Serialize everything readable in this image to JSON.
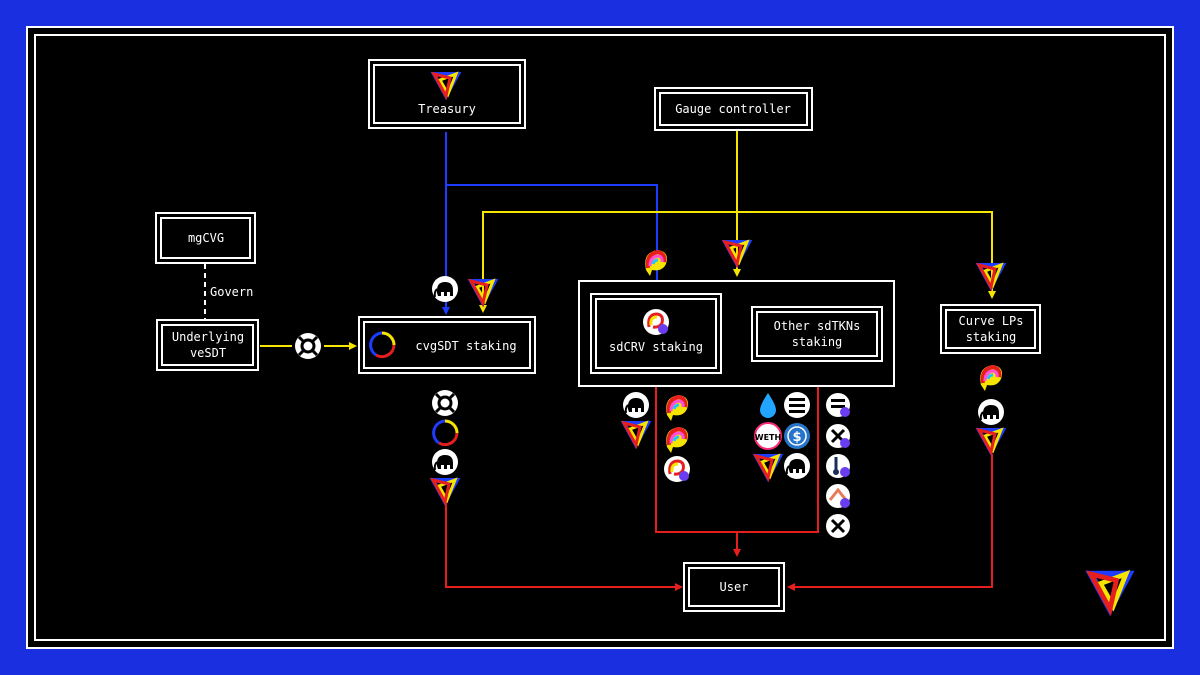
{
  "nodes": {
    "treasury": {
      "label": "Treasury"
    },
    "gauge_controller": {
      "label": "Gauge controller"
    },
    "mgcvg": {
      "label": "mgCVG"
    },
    "underlying_vesdt": {
      "line1": "Underlying",
      "line2": "veSDT"
    },
    "cvgsdt_staking": {
      "label": "cvgSDT staking"
    },
    "sdcrv_staking": {
      "label": "sdCRV staking"
    },
    "other_sdtkns": {
      "line1": "Other sdTKNs",
      "line2": "staking"
    },
    "curve_lps": {
      "line1": "Curve LPs",
      "line2": "staking"
    },
    "user": {
      "label": "User"
    }
  },
  "edges": {
    "govern_label": "Govern"
  },
  "token_badges": {
    "weth": "WETH",
    "usdc": "$"
  },
  "colors": {
    "background": "#1a2fe0",
    "panel": "#000000",
    "flow_blue": "#1e3cff",
    "flow_yellow": "#f5e500",
    "flow_red": "#e61e1e",
    "stroke": "#ffffff"
  }
}
